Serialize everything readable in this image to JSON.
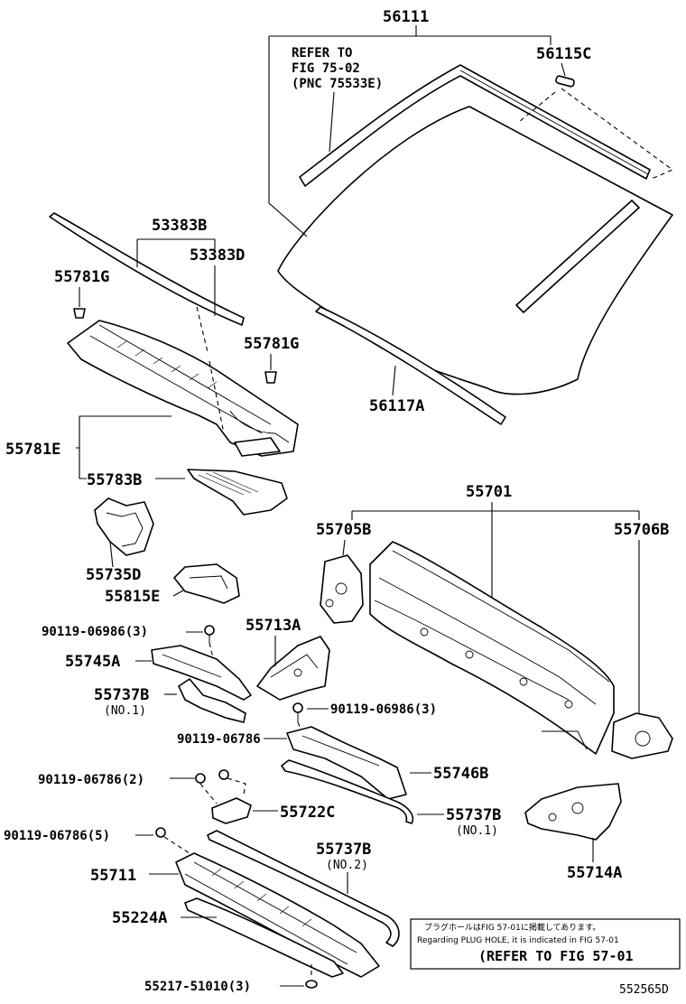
{
  "labels": {
    "p56111": "56111",
    "p56115C": "56115C",
    "p53383B": "53383B",
    "p53383D": "53383D",
    "p55781G_a": "55781G",
    "p55781G_b": "55781G",
    "p56117A": "56117A",
    "p55781E": "55781E",
    "p55783B": "55783B",
    "p55701": "55701",
    "p55705B": "55705B",
    "p55706B": "55706B",
    "p55735D": "55735D",
    "p55815E": "55815E",
    "p90119_06986_a": "90119-06986(3)",
    "p55713A": "55713A",
    "p55745A": "55745A",
    "p55737B_a": "55737B",
    "p55737B_a_sub": "(NO.1)",
    "p90119_06986_b": "90119-06986(3)",
    "p90119_06786": "90119-06786",
    "p55746B": "55746B",
    "p90119_06786_2": "90119-06786(2)",
    "p55722C": "55722C",
    "p55737B_b": "55737B",
    "p55737B_b_sub": "(NO.1)",
    "p90119_06786_5": "90119-06786(5)",
    "p55714A": "55714A",
    "p55737B_c": "55737B",
    "p55737B_c_sub": "(NO.2)",
    "p55711": "55711",
    "p55224A": "55224A",
    "p55217_51010": "55217-51010(3)"
  },
  "refer_box": {
    "line1": "REFER TO",
    "line2": "FIG 75-02",
    "line3": "(PNC 75533E)"
  },
  "note_box": {
    "japanese": "プラグホールはFIG 57-01に掲載してあります。",
    "english": "Regarding PLUG HOLE, it is indicated in FIG 57-01",
    "refer": "(REFER TO FIG 57-01"
  },
  "figure_code": "552565D"
}
